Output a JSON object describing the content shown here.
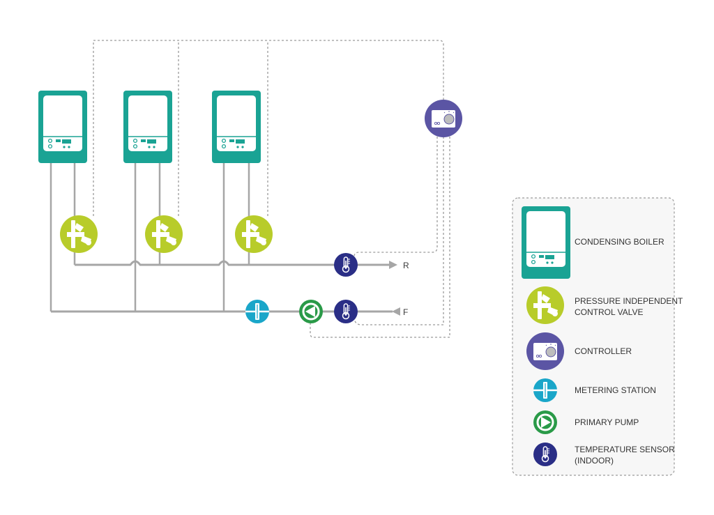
{
  "colors": {
    "boiler": "#1aa394",
    "valve": "#b8cc2a",
    "controller": "#5b55a4",
    "metering": "#1aa6c9",
    "pump": "#2a9a48",
    "sensor": "#2a2e86",
    "pipe": "#a6a6a6",
    "signal": "#9a9a9a"
  },
  "pipes": {
    "return_label": "R",
    "flow_label": "F"
  },
  "legend": {
    "items": [
      {
        "icon": "condensing-boiler-icon",
        "lines": [
          "CONDENSING BOILER"
        ]
      },
      {
        "icon": "control-valve-icon",
        "lines": [
          "PRESSURE INDEPENDENT",
          "CONTROL VALVE"
        ]
      },
      {
        "icon": "controller-icon",
        "lines": [
          "CONTROLLER"
        ]
      },
      {
        "icon": "metering-station-icon",
        "lines": [
          "METERING STATION"
        ]
      },
      {
        "icon": "primary-pump-icon",
        "lines": [
          "PRIMARY PUMP"
        ]
      },
      {
        "icon": "temperature-sensor-icon",
        "lines": [
          "TEMPERATURE SENSOR",
          "(INDOOR)"
        ]
      }
    ]
  }
}
